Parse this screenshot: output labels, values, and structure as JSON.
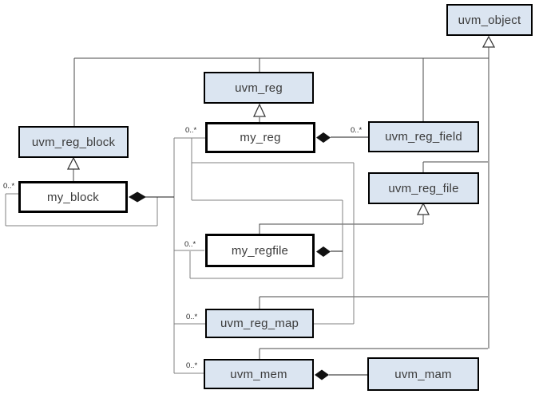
{
  "diagram": {
    "kind": "uml-class-diagram",
    "subject": "UVM register model classes"
  },
  "classes": {
    "uvm_object": {
      "label": "uvm_object",
      "variant": "uvm-library"
    },
    "uvm_reg": {
      "label": "uvm_reg",
      "variant": "uvm-library"
    },
    "uvm_reg_block": {
      "label": "uvm_reg_block",
      "variant": "uvm-library"
    },
    "my_reg": {
      "label": "my_reg",
      "variant": "user-class"
    },
    "uvm_reg_field": {
      "label": "uvm_reg_field",
      "variant": "uvm-library"
    },
    "my_block": {
      "label": "my_block",
      "variant": "user-class"
    },
    "uvm_reg_file": {
      "label": "uvm_reg_file",
      "variant": "uvm-library"
    },
    "my_regfile": {
      "label": "my_regfile",
      "variant": "user-class"
    },
    "uvm_reg_map": {
      "label": "uvm_reg_map",
      "variant": "uvm-library"
    },
    "uvm_mem": {
      "label": "uvm_mem",
      "variant": "uvm-library"
    },
    "uvm_mam": {
      "label": "uvm_mam",
      "variant": "uvm-library"
    }
  },
  "multiplicity_label": "0..*",
  "relationships": [
    {
      "type": "inheritance",
      "from": "uvm_reg_block",
      "to": "uvm_object"
    },
    {
      "type": "inheritance",
      "from": "uvm_reg",
      "to": "uvm_object"
    },
    {
      "type": "inheritance",
      "from": "uvm_reg_field",
      "to": "uvm_object"
    },
    {
      "type": "inheritance",
      "from": "uvm_reg_file",
      "to": "uvm_object"
    },
    {
      "type": "inheritance",
      "from": "uvm_reg_map",
      "to": "uvm_object"
    },
    {
      "type": "inheritance",
      "from": "uvm_mem",
      "to": "uvm_object"
    },
    {
      "type": "inheritance",
      "from": "my_block",
      "to": "uvm_reg_block"
    },
    {
      "type": "inheritance",
      "from": "my_reg",
      "to": "uvm_reg"
    },
    {
      "type": "inheritance",
      "from": "my_regfile",
      "to": "uvm_reg_file"
    },
    {
      "type": "composition",
      "from": "my_reg",
      "to": "uvm_reg_field",
      "multiplicity": "0..*"
    },
    {
      "type": "composition",
      "from": "my_block",
      "to": "my_block",
      "multiplicity": "0..*"
    },
    {
      "type": "composition",
      "from": "my_block",
      "to": "my_reg",
      "multiplicity": "0..*"
    },
    {
      "type": "composition",
      "from": "my_block",
      "to": "my_regfile",
      "multiplicity": "0..*"
    },
    {
      "type": "composition",
      "from": "my_block",
      "to": "uvm_reg_map",
      "multiplicity": "0..*"
    },
    {
      "type": "composition",
      "from": "my_block",
      "to": "uvm_mem",
      "multiplicity": "0..*"
    },
    {
      "type": "composition",
      "from": "my_regfile",
      "to": "my_regfile",
      "multiplicity": "0..*"
    },
    {
      "type": "composition",
      "from": "my_regfile",
      "to": "my_reg",
      "multiplicity": "0..*"
    },
    {
      "type": "composition",
      "from": "uvm_mem",
      "to": "uvm_mam"
    }
  ],
  "colors": {
    "library_class_fill": "#dbe5f1",
    "user_class_fill": "#ffffff",
    "box_border": "#000000",
    "composition_line": "#808080",
    "inheritance_line": "#4a4a4a",
    "text": "#3b3b3b"
  }
}
